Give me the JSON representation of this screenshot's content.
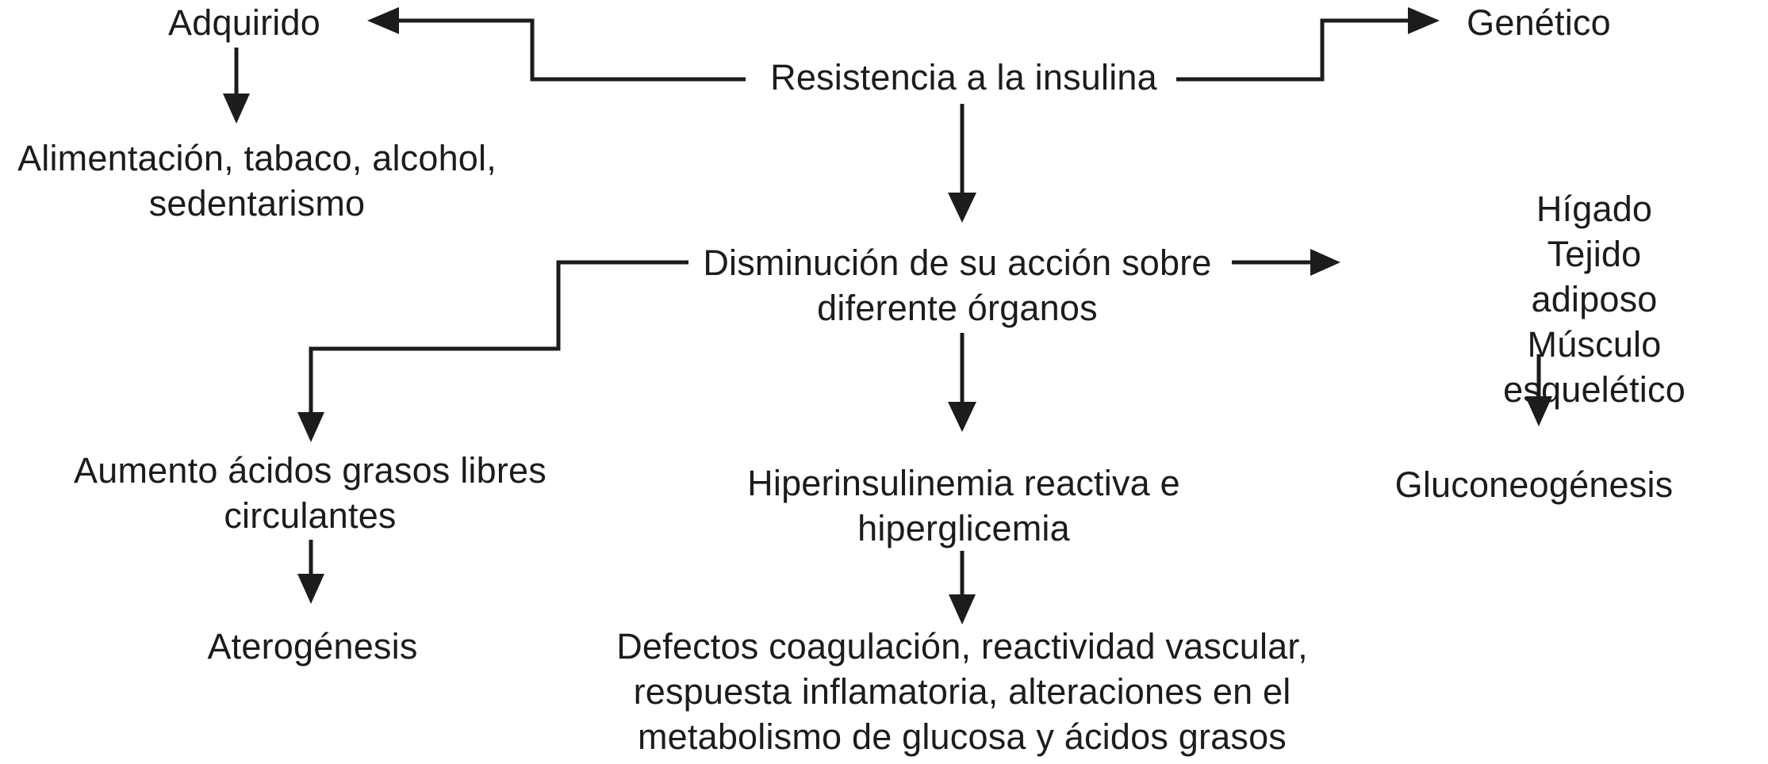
{
  "diagram": {
    "colors": {
      "ink": "#1c1c1c",
      "background": "#ffffff"
    },
    "nodes": {
      "resistencia": {
        "label": "Resistencia a la insulina"
      },
      "adquirido": {
        "label": "Adquirido"
      },
      "genetico": {
        "label": "Genético"
      },
      "alimentacion": {
        "label": "Alimentación, tabaco, alcohol,\nsedentarismo"
      },
      "disminucion": {
        "label": "Disminución de su acción sobre\ndiferente órganos"
      },
      "organos_diana": {
        "label": "Hígado\nTejido adiposo\nMúsculo esquelético"
      },
      "aumento_acidos": {
        "label": "Aumento ácidos grasos libres\ncirculantes"
      },
      "hiperinsulinemia": {
        "label": "Hiperinsulinemia reactiva e\nhiperglicemia"
      },
      "gluconeogenesis": {
        "label": "Gluconeogénesis"
      },
      "aterogenesis": {
        "label": "Aterogénesis"
      },
      "defectos": {
        "label": "Defectos coagulación, reactividad vascular,\nrespuesta inflamatoria, alteraciones en el\nmetabolismo de glucosa y ácidos grasos"
      }
    },
    "edges": [
      "resistencia -> adquirido",
      "resistencia -> genetico",
      "adquirido -> alimentacion",
      "resistencia -> disminucion",
      "disminucion -> organos_diana",
      "disminucion -> aumento_acidos",
      "disminucion -> hiperinsulinemia",
      "organos_diana -> gluconeogenesis",
      "aumento_acidos -> aterogenesis",
      "hiperinsulinemia -> defectos"
    ]
  }
}
